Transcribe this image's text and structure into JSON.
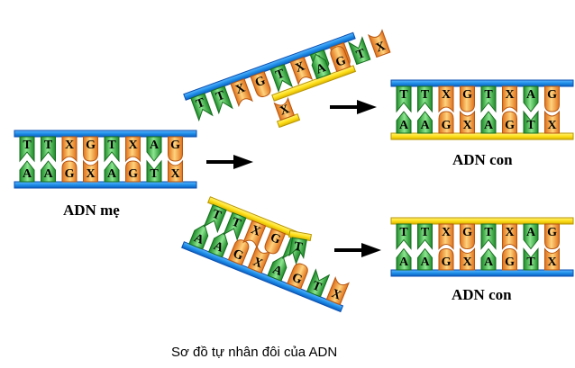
{
  "colors": {
    "blue_strand": "#1f8fe8",
    "blue_strand_edge": "#0b4fb0",
    "yellow_strand": "#ffe01a",
    "yellow_strand_edge": "#c7a400",
    "green_base": "#2fb33a",
    "green_base_light": "#7be07f",
    "orange_base": "#f08a1c",
    "orange_base_light": "#ffd07a"
  },
  "parent": {
    "label": "ADN mẹ",
    "top_bases": [
      "T",
      "T",
      "X",
      "G",
      "T",
      "X",
      "A",
      "G"
    ],
    "bottom_bases": [
      "A",
      "A",
      "G",
      "X",
      "A",
      "G",
      "T",
      "X"
    ]
  },
  "unwinding_top": {
    "old_bases": [
      "T",
      "T",
      "X",
      "G",
      "T",
      "X",
      "A",
      "G"
    ],
    "new_bases": [
      "A",
      "G",
      "T",
      "X"
    ],
    "free_base": "X"
  },
  "unwinding_bottom": {
    "old_bases": [
      "A",
      "A",
      "G",
      "X",
      "A",
      "G",
      "T",
      "X"
    ],
    "new_bases": [
      "T",
      "T",
      "X",
      "G",
      "T"
    ],
    "free_base": "T"
  },
  "child_top": {
    "label": "ADN con",
    "top_bases": [
      "T",
      "T",
      "X",
      "G",
      "T",
      "X",
      "A",
      "G"
    ],
    "bottom_bases": [
      "A",
      "A",
      "G",
      "X",
      "A",
      "G",
      "T",
      "X"
    ]
  },
  "child_bottom": {
    "label": "ADN con",
    "top_bases": [
      "T",
      "T",
      "X",
      "G",
      "T",
      "X",
      "A",
      "G"
    ],
    "bottom_bases": [
      "A",
      "A",
      "G",
      "X",
      "A",
      "G",
      "T",
      "X"
    ]
  },
  "caption": "Sơ đồ tự nhân đôi của ADN"
}
